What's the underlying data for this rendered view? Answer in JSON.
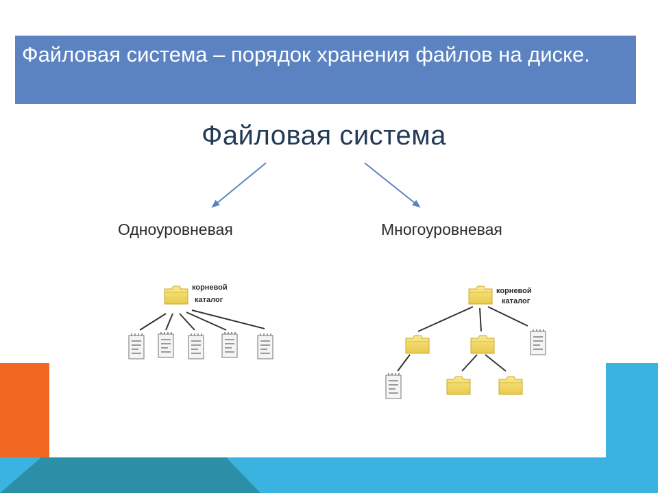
{
  "header": {
    "text": "Файловая система – порядок хранения файлов на диске."
  },
  "diagram": {
    "title": "Файловая система",
    "branches": [
      {
        "label": "Одноуровневая",
        "root_label": [
          "корневой",
          "каталог"
        ]
      },
      {
        "label": "Многоуровневая",
        "root_label": [
          "корневой",
          "каталог"
        ]
      }
    ]
  },
  "colors": {
    "header_background": "#5b83c2",
    "arrow": "#5b83c2",
    "folder": "#f3dc6a",
    "accent_orange": "#f26722",
    "accent_blue": "#3bb3e0"
  }
}
